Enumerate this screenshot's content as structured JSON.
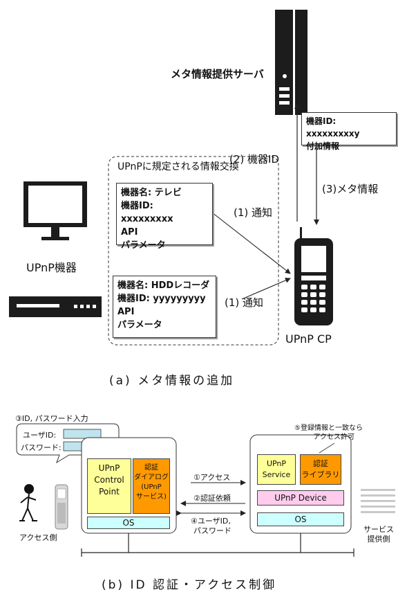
{
  "part_a": {
    "server_label": "メタ情報提供サーバ",
    "meta_note": {
      "line1": "機器ID: xxxxxxxxxy",
      "line2": "付加情報"
    },
    "arrow_device_id": "(2) 機器ID",
    "arrow_meta_info": "(3)メタ情報",
    "exchange_box_title": "UPnPに規定される情報交換",
    "tv_note": {
      "line1": "機器名: テレビ",
      "line2": "機器ID: xxxxxxxxx",
      "line3": "API",
      "line4": "パラメータ"
    },
    "recorder_note": {
      "line1": "機器名: HDDレコーダ",
      "line2": "機器ID: yyyyyyyyy",
      "line3": "API",
      "line4": "パラメータ"
    },
    "notify_1": "(1) 通知",
    "notify_2": "(1) 通知",
    "upnp_device_label": "UPnP機器",
    "upnp_cp_label": "UPnP CP",
    "caption": "(a) メタ情報の追加"
  },
  "part_b": {
    "id_password_label": "③ID, パスワード入力",
    "user_id_label": "ユーザID:",
    "password_label": "パスワード:",
    "registration_note": {
      "line1": "⑤登録情報と一致なら",
      "line2": "アクセス許可"
    },
    "control_point": {
      "line1": "UPnP",
      "line2": "Control",
      "line3": "Point"
    },
    "auth_dialog": {
      "line1": "認証",
      "line2": "ダイアログ",
      "line3": "(UPnP",
      "line4": "サービス)"
    },
    "client_os": "OS",
    "server_os": "OS",
    "upnp_service": {
      "line1": "UPnP",
      "line2": "Service"
    },
    "auth_library": {
      "line1": "認証",
      "line2": "ライブラリ"
    },
    "upnp_device": "UPnP Device",
    "step_access": "①アクセス",
    "step_auth_request": "②認証依頼",
    "step_credentials": {
      "line1": "④ユーザID,",
      "line2": "パスワード"
    },
    "access_side": "アクセス側",
    "provider_side": {
      "line1": "サービス",
      "line2": "提供側"
    },
    "caption": "(b) ID 認証・アクセス制御"
  },
  "colors": {
    "yellow": "#ffff99",
    "orange": "#ff9900",
    "pink": "#ffccee",
    "cyan": "#ccffff",
    "input_fill": "#bfe4ee",
    "dark": "#222222"
  }
}
